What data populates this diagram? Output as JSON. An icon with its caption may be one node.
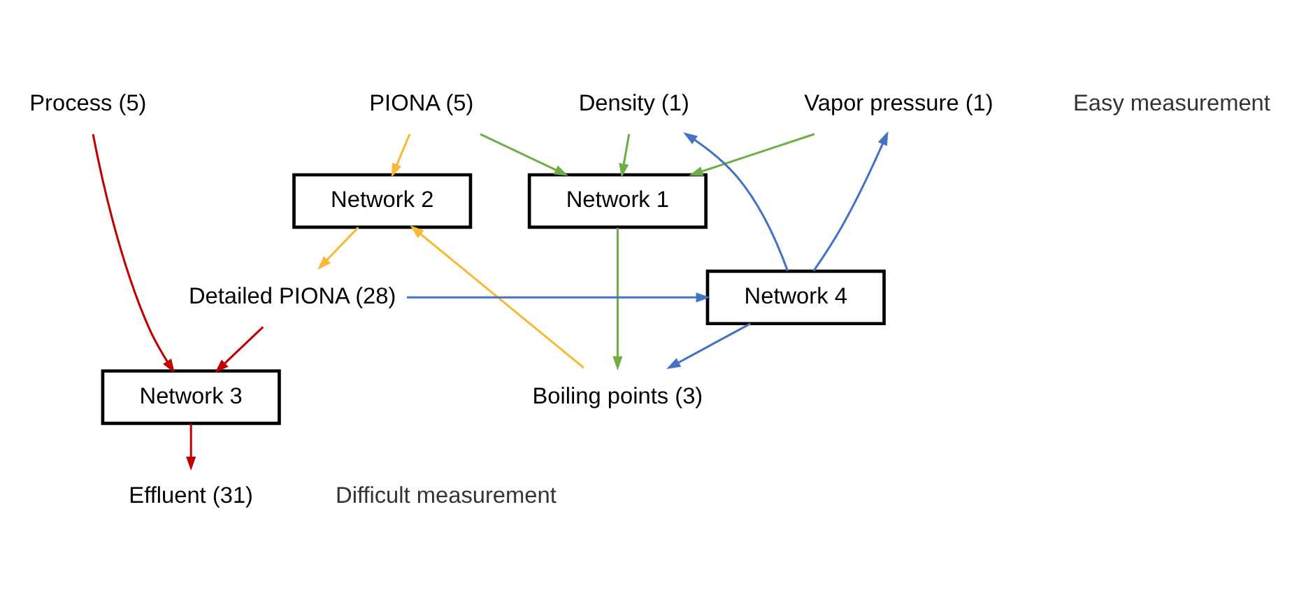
{
  "diagram": {
    "nodes": [
      {
        "text": [
          "PIONA (5)"
        ]
      },
      {
        "text": [
          "Density (1)"
        ]
      },
      {
        "text": [
          "Vapor pressure (1)"
        ]
      },
      {
        "text": [
          "Process (5)"
        ]
      },
      {
        "text": [
          "Network 2"
        ]
      },
      {
        "text": [
          "Network 1"
        ]
      },
      {
        "text": [
          "Boiling points (3)"
        ]
      },
      {
        "text": [
          "Detailed PIONA (28)"
        ]
      },
      {
        "text": [
          "Network 4"
        ]
      },
      {
        "text": [
          "Network 3"
        ]
      },
      {
        "text": [
          "Effluent (31)"
        ]
      }
    ],
    "edges": [
      {
        "from": 0,
        "to": 5,
        "arrow": "to",
        "color": "#70ad47"
      },
      {
        "from": 1,
        "to": 5,
        "arrow": "to",
        "color": "#70ad47"
      },
      {
        "from": 2,
        "to": 5,
        "arrow": "to",
        "color": "#70ad47"
      },
      {
        "from": 5,
        "to": 6,
        "arrow": "to",
        "color": "#70ad47"
      },
      {
        "from": 0,
        "to": 4,
        "arrow": "to",
        "color": "#f9b934"
      },
      {
        "from": 6,
        "to": 4,
        "arrow": "to",
        "color": "#f9b934"
      },
      {
        "from": 4,
        "to": 7,
        "arrow": "to",
        "color": "#f9b934"
      },
      {
        "from": 7,
        "to": 8,
        "arrow": "to",
        "color": "#4472c4"
      },
      {
        "from": 8,
        "to": 6,
        "arrow": "to",
        "color": "#4472c4"
      },
      {
        "from": 8,
        "to": 1,
        "arrow": "to",
        "color": "#4472c4"
      },
      {
        "from": 8,
        "to": 2,
        "arrow": "to",
        "color": "#4472c4"
      },
      {
        "from": 7,
        "to": 9,
        "arrow": "to",
        "color": "#c00000"
      },
      {
        "from": 3,
        "to": 9,
        "arrow": "to",
        "color": "#c00000"
      },
      {
        "from": 9,
        "to": 10,
        "arrow": "to",
        "color": "#c00000"
      }
    ],
    "labels": [
      "Easy measurement",
      "Difficult measurement"
    ]
  }
}
